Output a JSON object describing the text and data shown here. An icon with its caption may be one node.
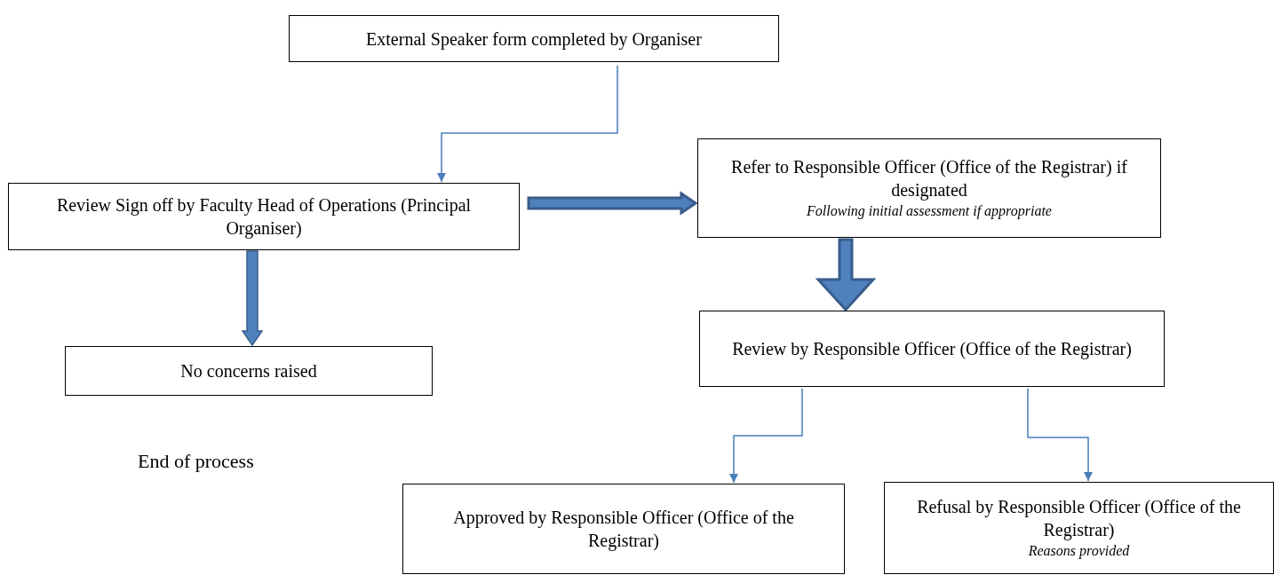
{
  "diagram": {
    "nodes": [
      {
        "text": [
          "External Speaker form completed by Organiser"
        ]
      },
      {
        "text": [
          "Review Sign off by Faculty Head of Operations (Principal Organiser)"
        ]
      },
      {
        "text": [
          "Refer to Responsible Officer (Office of the Registrar) if designated",
          "Following initial assessment if appropriate"
        ]
      },
      {
        "text": [
          "No concerns raised"
        ]
      },
      {
        "text": [
          "Review by Responsible Officer (Office of the Registrar)"
        ]
      },
      {
        "text": [
          "Approved by Responsible Officer (Office of the Registrar)"
        ]
      },
      {
        "text": [
          "Refusal by Responsible Officer (Office of the Registrar)",
          "Reasons provided"
        ]
      }
    ],
    "edges": [
      {
        "from": 0,
        "to": 1,
        "arrow": "to"
      },
      {
        "from": 1,
        "to": 2,
        "arrow": "to",
        "style": "thick"
      },
      {
        "from": 1,
        "to": 3,
        "arrow": "to",
        "style": "thick"
      },
      {
        "from": 2,
        "to": 4,
        "arrow": "to",
        "style": "thick"
      },
      {
        "from": 4,
        "to": 5,
        "arrow": "to"
      },
      {
        "from": 4,
        "to": 6,
        "arrow": "to"
      }
    ],
    "labels": [
      "End of process"
    ]
  }
}
